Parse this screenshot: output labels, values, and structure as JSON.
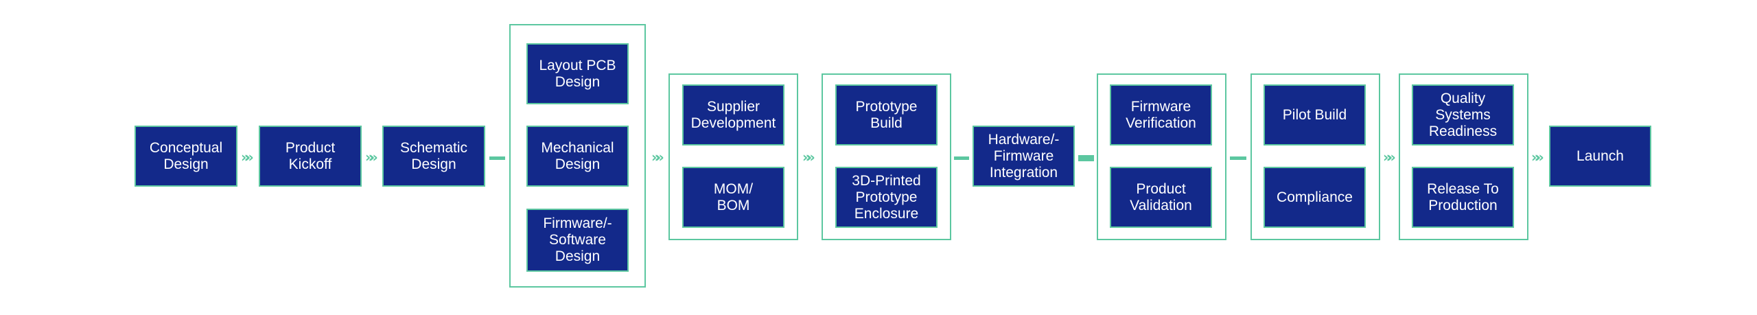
{
  "colors": {
    "box_fill": "#13298a",
    "accent": "#5cc7a0",
    "text": "#ffffff"
  },
  "connector_chevron": "»»",
  "steps": {
    "conceptual_design": "Conceptual\nDesign",
    "product_kickoff": "Product\nKickoff",
    "schematic_design": "Schematic\nDesign",
    "layout_pcb_design": "Layout PCB\nDesign",
    "mechanical_design": "Mechanical\nDesign",
    "firmware_software_design": "Firmware/-\nSoftware\nDesign",
    "supplier_development": "Supplier\nDevelopment",
    "mom_bom": "MOM/\nBOM",
    "prototype_build": "Prototype\nBuild",
    "printed_prototype_enclosure": "3D-Printed\nPrototype\nEnclosure",
    "hardware_firmware_integration": "Hardware/-\nFirmware\nIntegration",
    "firmware_verification": "Firmware\nVerification",
    "product_validation": "Product\nValidation",
    "pilot_build": "Pilot Build",
    "compliance": "Compliance",
    "quality_systems_readiness": "Quality\nSystems\nReadiness",
    "release_to_production": "Release To\nProduction",
    "launch": "Launch"
  }
}
